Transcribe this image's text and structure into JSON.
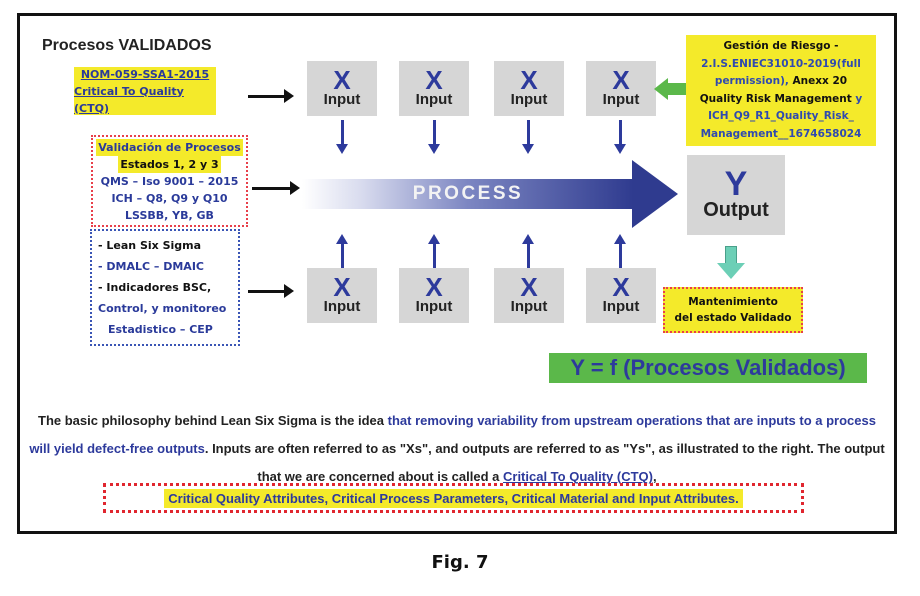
{
  "title": "Procesos VALIDADOS",
  "nom_box": {
    "line1": "NOM-059-SSA1-2015",
    "line2": "Critical To Quality (CTQ)"
  },
  "validation_box": {
    "line1": "Validación de Procesos",
    "line2": "Estados 1, 2 y 3",
    "line3": "QMS – Iso 9001 – 2015",
    "line4": "ICH – Q8, Q9 y Q10",
    "line5": "LSSBB, YB, GB"
  },
  "lean_box": {
    "line1": "- Lean Six Sigma",
    "line2": "- DMALC – DMAIC",
    "line3": "- Indicadores BSC,",
    "line4": "Control, y monitoreo",
    "line5": "Estadistico – CEP"
  },
  "inputs": {
    "symbol": "X",
    "label": "Input",
    "top_row_count": 4,
    "bottom_row_count": 4
  },
  "process": {
    "label": "PROCESS"
  },
  "output": {
    "symbol": "Y",
    "label": "Output"
  },
  "risk_box": {
    "line1": "Gestión de Riesgo -",
    "line2": "2.I.S.ENIEC31010-2019(full",
    "line3a": "permission),",
    "line3b": " Anexx 20",
    "line4a": "Quality Risk Management",
    "line4b": " y",
    "line5": "ICH_Q9_R1_Quality_Risk_",
    "line6": "Management__1674658024"
  },
  "maintenance_box": {
    "line1": "Mantenimiento",
    "line2": "del estado Validado"
  },
  "formula": "Y = f (Procesos Validados)",
  "paragraph": {
    "p1": "The basic philosophy behind Lean Six Sigma is the idea ",
    "p2": "that removing variability from upstream operations that are inputs to a process will yield defect-free outputs",
    "p3": ". Inputs are often referred to as \"Xs\", and outputs are referred to as \"Ys\", as illustrated to the right. The output that we are concerned about is called a ",
    "p4": "Critical To Quality (CTQ)",
    "p5": ","
  },
  "attributes": "Critical Quality Attributes,  Critical Process  Parameters, Critical Material and Input Attributes.",
  "figure_caption": "Fig. 7",
  "colors": {
    "highlight_yellow": "#f4ea2a",
    "text_blue": "#2d3a9c",
    "dotted_red": "#e8404a",
    "dotted_blue": "#3a55b5",
    "green": "#5bb84a",
    "teal": "#6ccfb6",
    "box_gray": "#d6d6d6"
  }
}
